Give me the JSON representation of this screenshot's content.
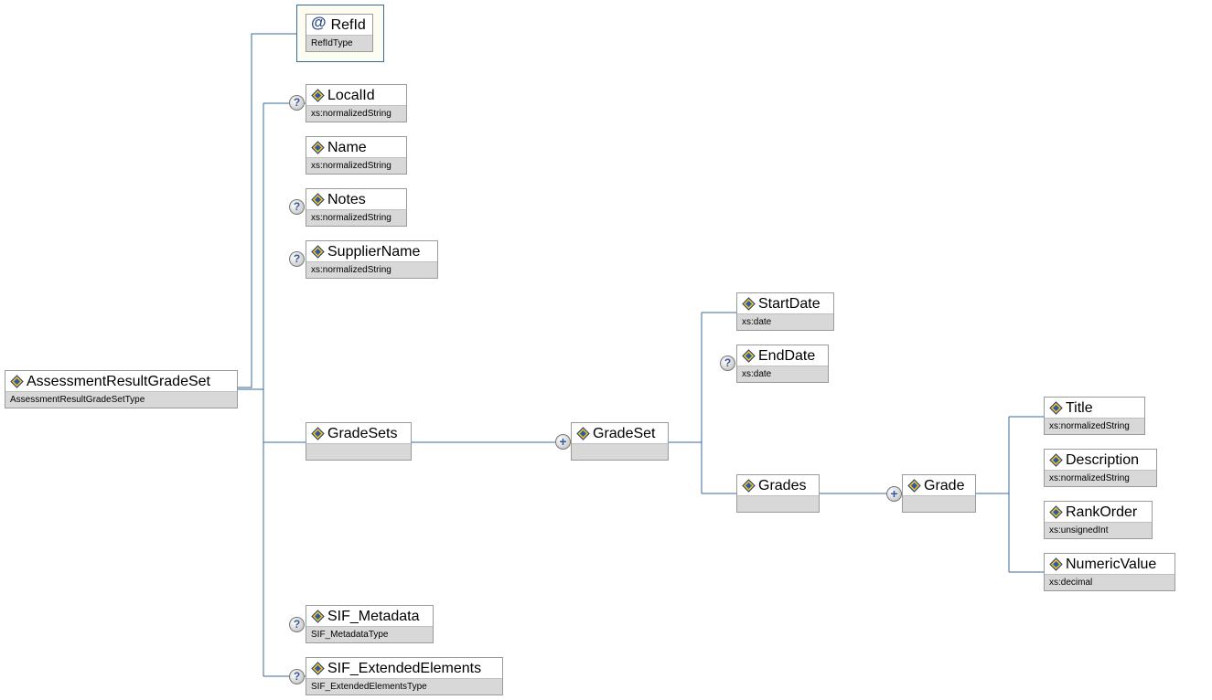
{
  "nodes": {
    "root": {
      "name": "AssessmentResultGradeSet",
      "type": "AssessmentResultGradeSetType"
    },
    "refid": {
      "name": "RefId",
      "type": "RefIdType"
    },
    "localid": {
      "name": "LocalId",
      "type": "xs:normalizedString"
    },
    "name": {
      "name": "Name",
      "type": "xs:normalizedString"
    },
    "notes": {
      "name": "Notes",
      "type": "xs:normalizedString"
    },
    "suppliername": {
      "name": "SupplierName",
      "type": "xs:normalizedString"
    },
    "gradesets": {
      "name": "GradeSets",
      "type": ""
    },
    "gradeset": {
      "name": "GradeSet",
      "type": ""
    },
    "startdate": {
      "name": "StartDate",
      "type": "xs:date"
    },
    "enddate": {
      "name": "EndDate",
      "type": "xs:date"
    },
    "grades": {
      "name": "Grades",
      "type": ""
    },
    "grade": {
      "name": "Grade",
      "type": ""
    },
    "title": {
      "name": "Title",
      "type": "xs:normalizedString"
    },
    "description": {
      "name": "Description",
      "type": "xs:normalizedString"
    },
    "rankorder": {
      "name": "RankOrder",
      "type": "xs:unsignedInt"
    },
    "numericvalue": {
      "name": "NumericValue",
      "type": "xs:decimal"
    },
    "sifmetadata": {
      "name": "SIF_Metadata",
      "type": "SIF_MetadataType"
    },
    "sifextended": {
      "name": "SIF_ExtendedElements",
      "type": "SIF_ExtendedElementsType"
    }
  },
  "symbols": {
    "optional": "?",
    "attribute": "@",
    "sequence": "+"
  },
  "colors": {
    "connector": "#3a6a9a",
    "type_band": "#d8d8d8",
    "border": "#9a9a9a"
  },
  "icons": {
    "element": "element-diamond-icon",
    "attribute": "attribute-at-icon",
    "optional": "optional-question-icon",
    "sequence": "sequence-plus-icon"
  }
}
